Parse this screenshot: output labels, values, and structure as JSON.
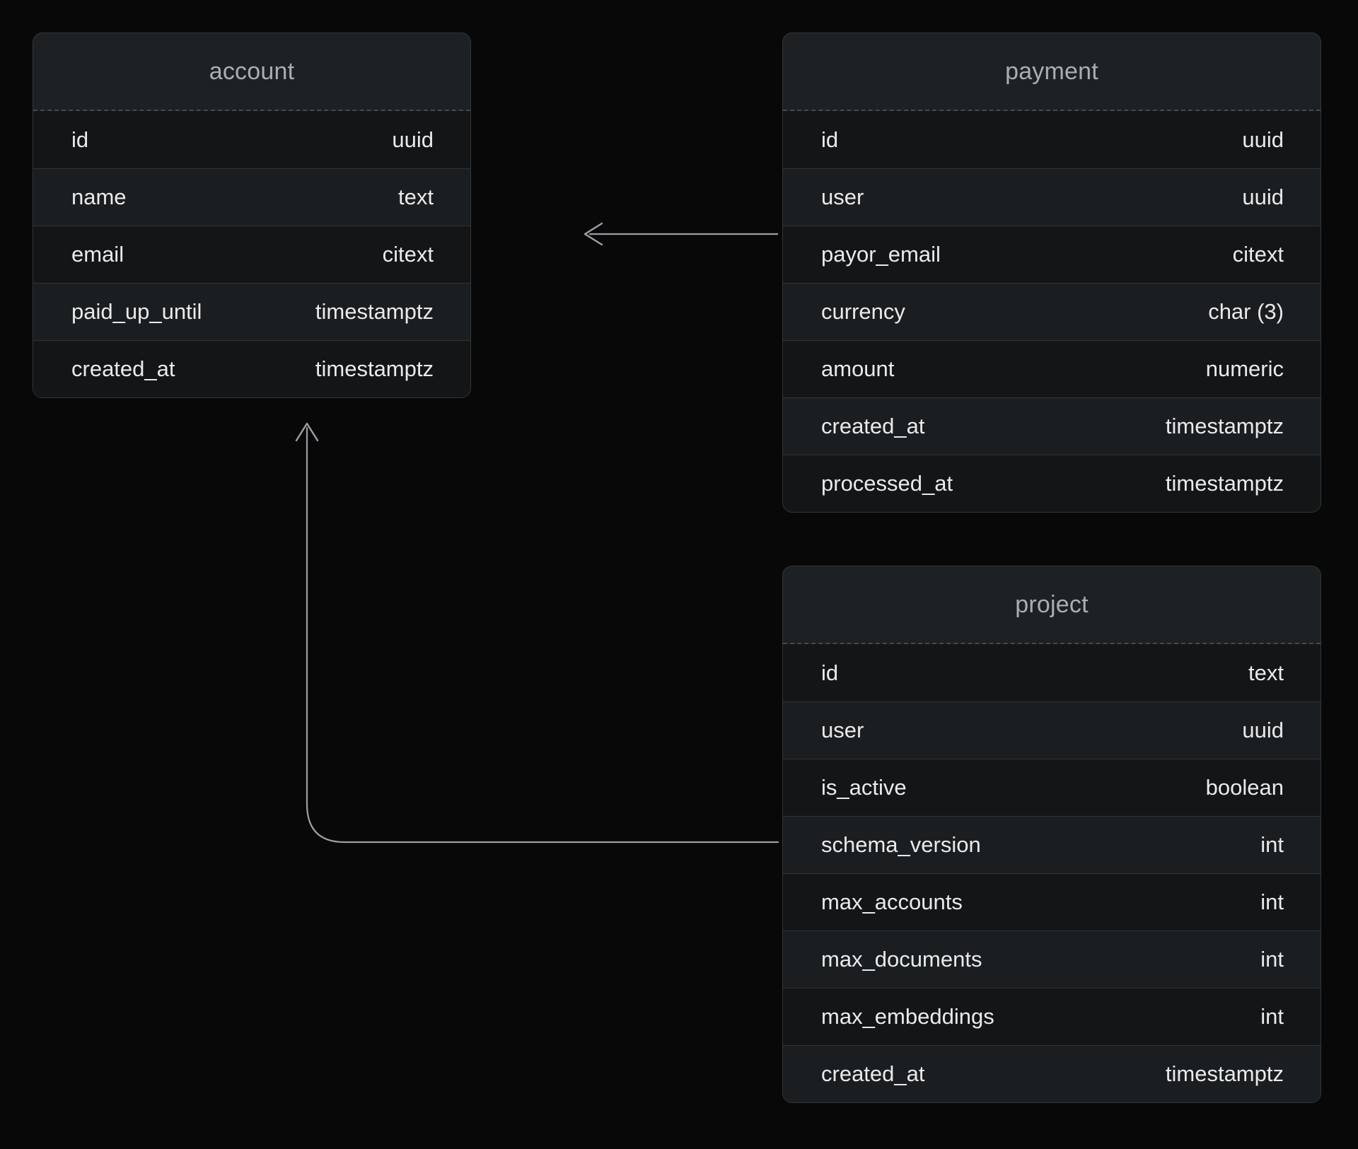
{
  "diagram": {
    "type": "entity-relationship-diagram",
    "background_color": "#080808",
    "entity_fill": "#1a1c1e",
    "entity_border": "#33373b",
    "header_text_color": "#a9aeb3",
    "row_text_color": "#e8eaec",
    "edge_color": "#9aa0a6",
    "entities": [
      {
        "name": "account",
        "columns": [
          {
            "name": "id",
            "type": "uuid"
          },
          {
            "name": "name",
            "type": "text"
          },
          {
            "name": "email",
            "type": "citext"
          },
          {
            "name": "paid_up_until",
            "type": "timestamptz"
          },
          {
            "name": "created_at",
            "type": "timestamptz"
          }
        ]
      },
      {
        "name": "payment",
        "columns": [
          {
            "name": "id",
            "type": "uuid"
          },
          {
            "name": "user",
            "type": "uuid"
          },
          {
            "name": "payor_email",
            "type": "citext"
          },
          {
            "name": "currency",
            "type": "char (3)"
          },
          {
            "name": "amount",
            "type": "numeric"
          },
          {
            "name": "created_at",
            "type": "timestamptz"
          },
          {
            "name": "processed_at",
            "type": "timestamptz"
          }
        ]
      },
      {
        "name": "project",
        "columns": [
          {
            "name": "id",
            "type": "text"
          },
          {
            "name": "user",
            "type": "uuid"
          },
          {
            "name": "is_active",
            "type": "boolean"
          },
          {
            "name": "schema_version",
            "type": "int"
          },
          {
            "name": "max_accounts",
            "type": "int"
          },
          {
            "name": "max_documents",
            "type": "int"
          },
          {
            "name": "max_embeddings",
            "type": "int"
          },
          {
            "name": "created_at",
            "type": "timestamptz"
          }
        ]
      }
    ],
    "relationships": [
      {
        "from": "payment",
        "to": "account",
        "style": "straight-arrow",
        "direction": "left"
      },
      {
        "from": "project",
        "to": "account",
        "style": "elbow-arrow",
        "direction": "up"
      }
    ]
  }
}
